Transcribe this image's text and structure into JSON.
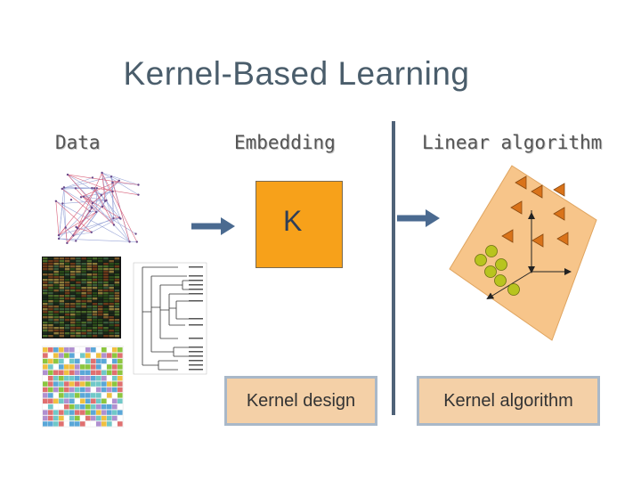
{
  "title": "Kernel-Based Learning",
  "columns": {
    "data": "Data",
    "embedding": "Embedding",
    "linear": "Linear algorithm"
  },
  "kernel_symbol": "K",
  "boxes": {
    "kernel_design": "Kernel design",
    "kernel_algorithm": "Kernel algorithm"
  },
  "colors": {
    "title": "#4a5d6b",
    "kernel_box": "#f7a11a",
    "feature_plane": "#f7c58a",
    "divider": "#4f6278",
    "arrow": "#4a6a90",
    "triangle": "#d9731a",
    "circle": "#b8c41f"
  },
  "icons": [
    "network-icon",
    "microarray-icon",
    "phylogenetic-tree-icon",
    "sequence-alignment-icon"
  ]
}
